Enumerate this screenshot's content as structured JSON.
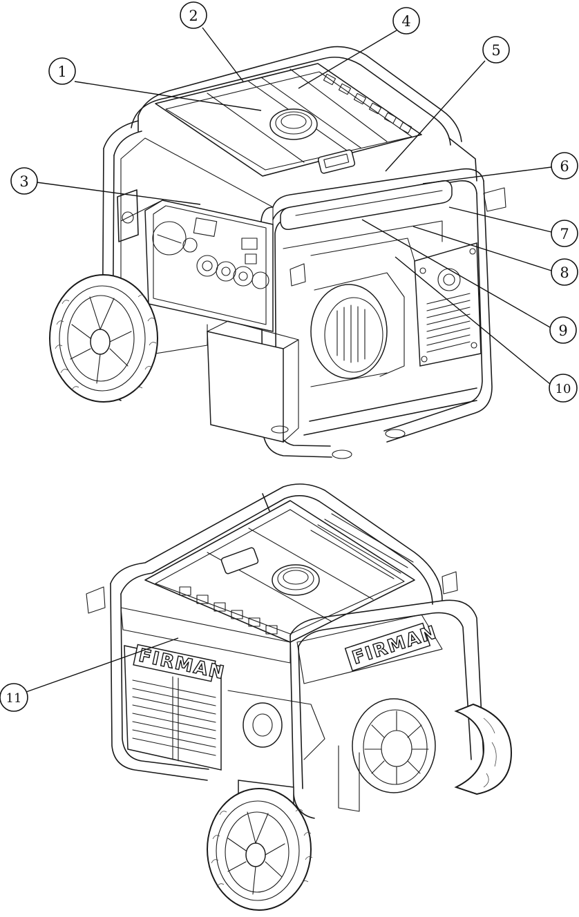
{
  "callouts": [
    {
      "id": "1",
      "label": "①"
    },
    {
      "id": "2",
      "label": "②"
    },
    {
      "id": "3",
      "label": "③"
    },
    {
      "id": "4",
      "label": "④"
    },
    {
      "id": "5",
      "label": "⑤"
    },
    {
      "id": "6",
      "label": "⑥"
    },
    {
      "id": "7",
      "label": "⑦"
    },
    {
      "id": "8",
      "label": "⑧"
    },
    {
      "id": "9",
      "label": "⑨"
    },
    {
      "id": "10",
      "label": "⑩"
    },
    {
      "id": "11",
      "label": "⑪"
    }
  ],
  "brand": {
    "logo_text_front": "FIRMAN",
    "logo_text_side": "FIRMAN"
  }
}
